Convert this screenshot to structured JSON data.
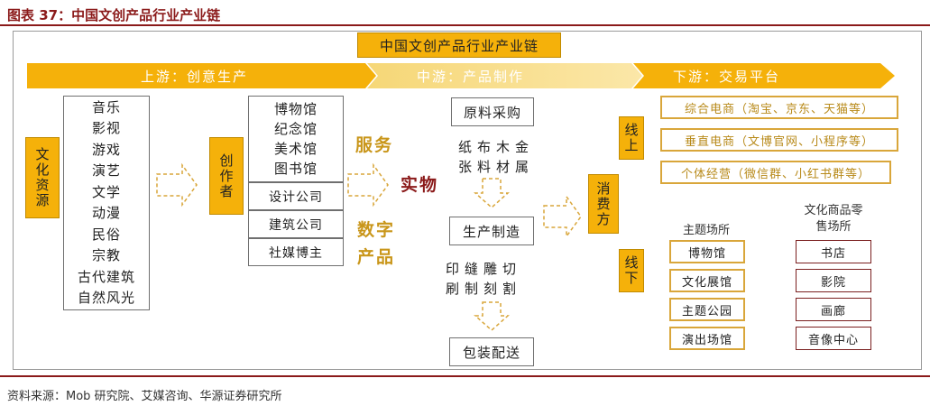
{
  "figure_title": "图表 37：中国文创产品行业产业链",
  "diagram_title": "中国文创产品行业产业链",
  "bands": {
    "upstream": "上游：创意生产",
    "midstream": "中游：产品制作",
    "downstream": "下游：交易平台"
  },
  "cultural_resources": {
    "label": "文化资源",
    "items": [
      "音乐",
      "影视",
      "游戏",
      "演艺",
      "文学",
      "动漫",
      "民俗",
      "宗教",
      "古代建筑",
      "自然风光"
    ]
  },
  "creators": {
    "label": "创作者",
    "institutions": [
      "博物馆",
      "纪念馆",
      "美术馆",
      "图书馆"
    ],
    "others": [
      "设计公司",
      "建筑公司",
      "社媒博主"
    ]
  },
  "product_types": {
    "service": "服务",
    "physical": "实物",
    "digital": "数字产品"
  },
  "midstream": {
    "raw_purchase": "原料采购",
    "materials_line1": "纸布木金",
    "materials_line2": "张料材属",
    "production": "生产制造",
    "process_line1": "印缝雕切",
    "process_line2": "刷制刻割",
    "packaging": "包装配送"
  },
  "consumer": "消费方",
  "online": {
    "label": "线上",
    "items": [
      "综合电商（淘宝、京东、天猫等）",
      "垂直电商（文博官网、小程序等）",
      "个体经营（微信群、小红书群等）"
    ]
  },
  "offline": {
    "label": "线下",
    "venues_header": "主题场所",
    "venues": [
      "博物馆",
      "文化展馆",
      "主题公园",
      "演出场馆"
    ],
    "retail_header": "文化商品零售场所",
    "retail": [
      "书店",
      "影院",
      "画廊",
      "音像中心"
    ]
  },
  "source": "资料来源：Mob 研究院、艾媒咨询、华源证券研究所",
  "colors": {
    "accent_red": "#8b1a1a",
    "gold": "#f5b10a",
    "gold_text": "#c9961a",
    "online_text": "#b88a1a",
    "retail_red": "#7a1f1f"
  }
}
